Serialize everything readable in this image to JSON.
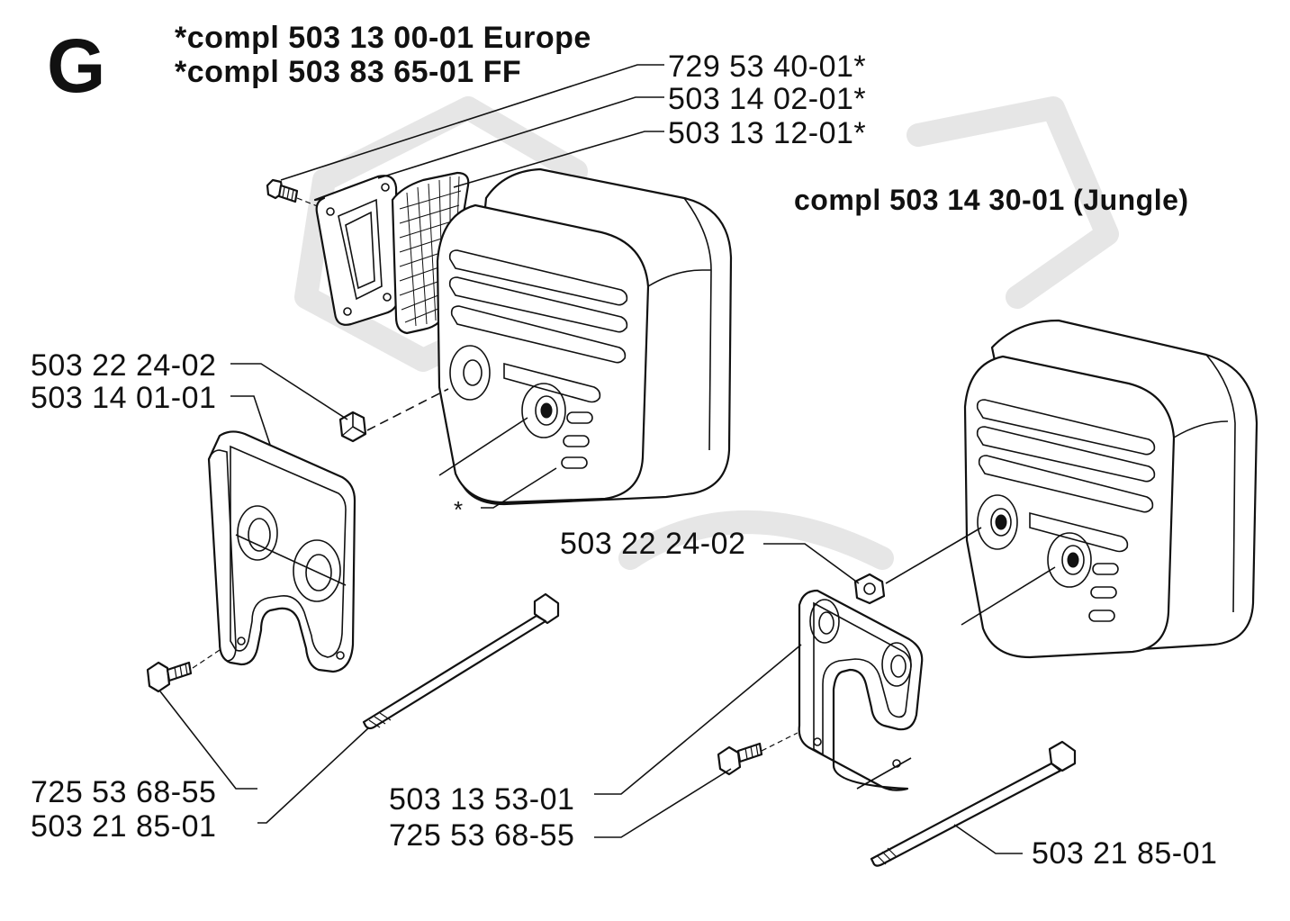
{
  "diagram": {
    "section_letter": "G",
    "headers": {
      "europe": "*compl 503 13 00-01 Europe",
      "ff": "*compl 503 83 65-01 FF",
      "jungle": "compl 503 14 30-01 (Jungle)"
    },
    "left_assembly": {
      "screw_top": "729 53 40-01*",
      "gasket_top": "503 14 02-01*",
      "screen": "503 13 12-01*",
      "nut": "503 22 24-02",
      "plate": "503 14 01-01",
      "asterisk": "*",
      "screw_bottom": "725 53 68-55",
      "bolt": "503 21 85-01"
    },
    "right_assembly": {
      "nut": "503 22 24-02",
      "plate": "503 13 53-01",
      "screw": "725 53 68-55",
      "bolt": "503 21 85-01"
    }
  }
}
